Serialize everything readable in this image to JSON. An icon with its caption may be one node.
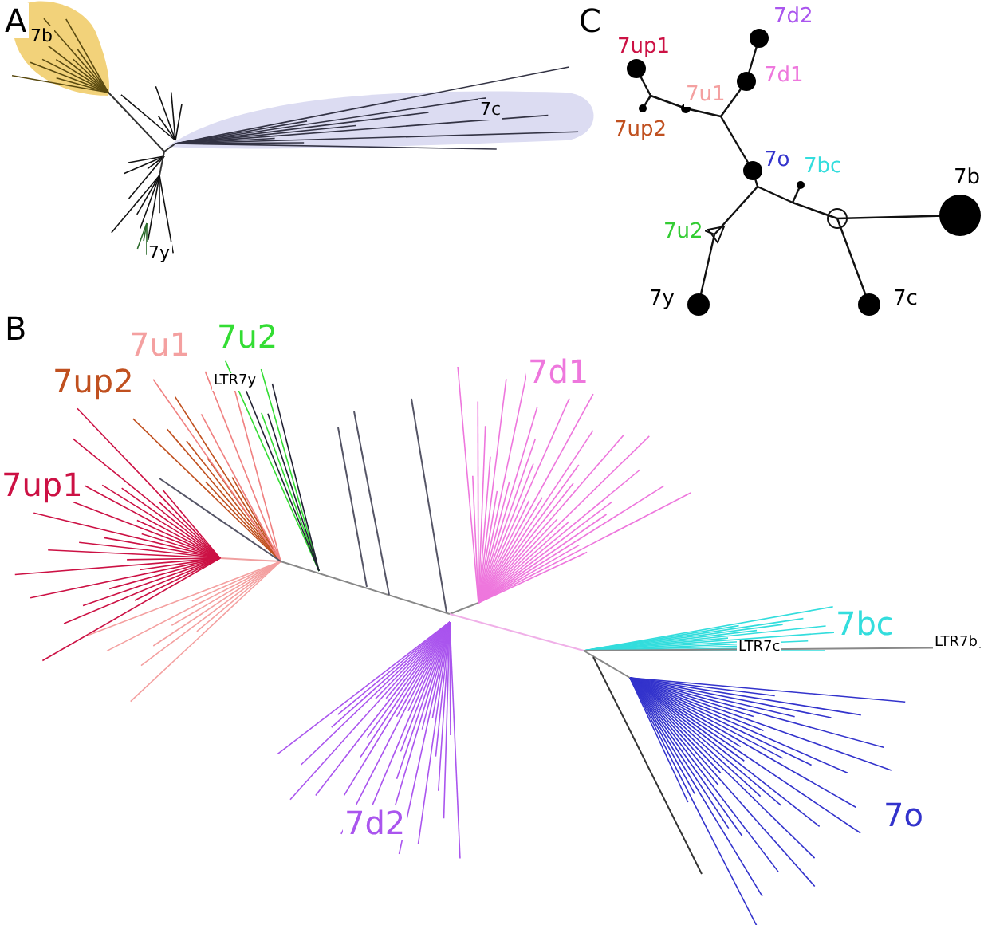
{
  "diagram": {
    "labels": [
      "A",
      "7b",
      "7c",
      "7y",
      "C",
      "7up1",
      "7d2",
      "7u1",
      "7d1",
      "7up2",
      "7o",
      "7bc",
      "7b",
      "7u2",
      "7y",
      "7c",
      "B",
      "7u1",
      "7u2",
      "7up2",
      "LTR7y",
      "7d1",
      "7up1",
      "7bc",
      "LTR7b",
      "LTR7c",
      "7d2",
      "7o"
    ]
  }
}
